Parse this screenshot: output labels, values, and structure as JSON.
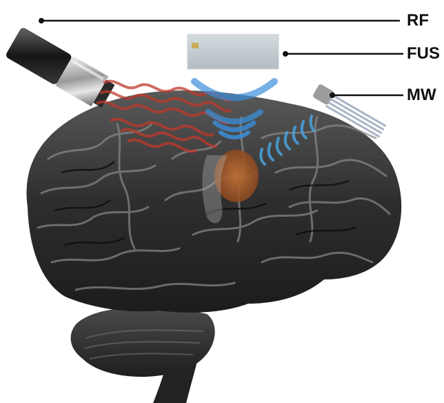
{
  "labels": {
    "rf": "RF",
    "fus": "FUS",
    "mw": "MW"
  },
  "colors": {
    "brain_dark": "#2a2a2a",
    "brain_highlight": "#8a8a8a",
    "rf_wave": "#c0392b",
    "us_wave": "#3a8fd8",
    "mw_wave": "#4aa3df",
    "target_tissue": "#b5652e",
    "leader_line": "#111111"
  },
  "icons": [
    "rf-probe-icon",
    "fus-transducer-icon",
    "mw-antenna-icon",
    "brain-illustration"
  ]
}
